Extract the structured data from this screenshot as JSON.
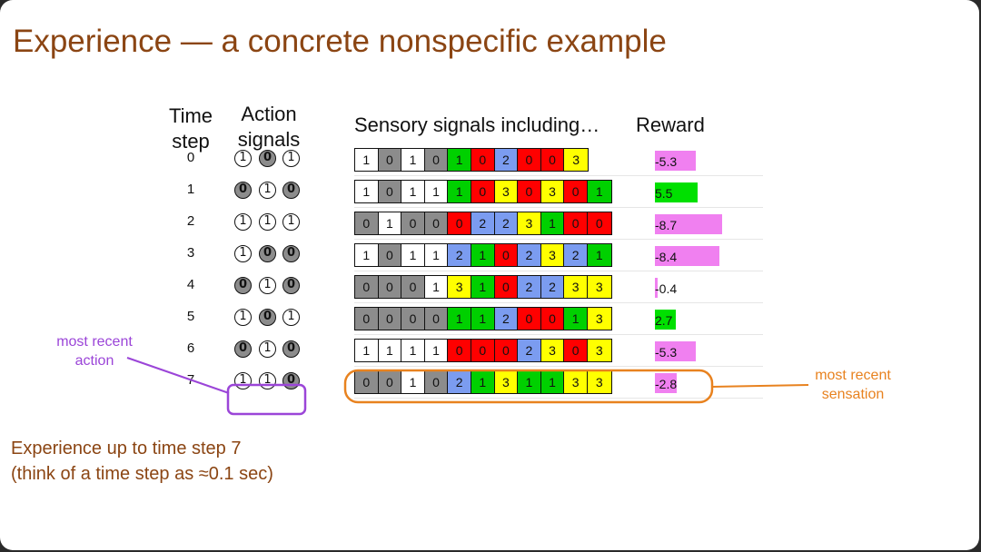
{
  "slide": {
    "title": "Experience — a concrete nonspecific example",
    "footer_line1": "Experience up to time step 7",
    "footer_line2": "(think of a time step as ≈0.1 sec)"
  },
  "headers": {
    "time_step_line1": "Time",
    "time_step_line2": "step",
    "action_line1": "Action",
    "action_line2": "signals",
    "sensory": "Sensory signals including…",
    "reward": "Reward"
  },
  "annotations": {
    "recent_action_line1": "most recent",
    "recent_action_line2": "action",
    "recent_sensation_line1": "most recent",
    "recent_sensation_line2": "sensation"
  },
  "colors": {
    "title": "#8b4513",
    "action_annotation": "#9b45d8",
    "sensation_annotation": "#e8821f",
    "cell_palette": {
      "bin0": "#8c8c8c",
      "bin1": "#ffffff",
      "v0": "#ff0000",
      "v1": "#00d000",
      "v2": "#7b9cf0",
      "v3": "#ffff00"
    },
    "reward_positive": "#00e000",
    "reward_negative": "#f080f0"
  },
  "rows": [
    {
      "step": "0",
      "actions": [
        1,
        0,
        1
      ],
      "binary": [
        1,
        0,
        1,
        0
      ],
      "sensory": [
        1,
        0,
        2,
        0,
        0,
        3
      ],
      "reward": "-5.3",
      "reward_value": -5.3
    },
    {
      "step": "1",
      "actions": [
        0,
        1,
        0
      ],
      "binary": [
        1,
        0,
        1,
        1
      ],
      "sensory": [
        1,
        0,
        3,
        0,
        3,
        0,
        1
      ],
      "reward": "5.5",
      "reward_value": 5.5
    },
    {
      "step": "2",
      "actions": [
        1,
        1,
        1
      ],
      "binary": [
        0,
        1,
        0,
        0
      ],
      "sensory": [
        0,
        2,
        2,
        3,
        1,
        0,
        0
      ],
      "reward": "-8.7",
      "reward_value": -8.7
    },
    {
      "step": "3",
      "actions": [
        1,
        0,
        0
      ],
      "binary": [
        1,
        0,
        1,
        1
      ],
      "sensory": [
        2,
        1,
        0,
        2,
        3,
        2,
        1
      ],
      "reward": "-8.4",
      "reward_value": -8.4
    },
    {
      "step": "4",
      "actions": [
        0,
        1,
        0
      ],
      "binary": [
        0,
        0,
        0,
        1
      ],
      "sensory": [
        3,
        1,
        0,
        2,
        2,
        3,
        3
      ],
      "reward": "-0.4",
      "reward_value": -0.4
    },
    {
      "step": "5",
      "actions": [
        1,
        0,
        1
      ],
      "binary": [
        0,
        0,
        0,
        0
      ],
      "sensory": [
        1,
        1,
        2,
        0,
        0,
        1,
        3
      ],
      "reward": "2.7",
      "reward_value": 2.7
    },
    {
      "step": "6",
      "actions": [
        0,
        1,
        0
      ],
      "binary": [
        1,
        1,
        1,
        1
      ],
      "sensory": [
        0,
        0,
        0,
        2,
        3,
        0,
        3
      ],
      "reward": "-5.3",
      "reward_value": -5.3
    },
    {
      "step": "7",
      "actions": [
        1,
        1,
        0
      ],
      "binary": [
        0,
        0,
        1,
        0
      ],
      "sensory": [
        2,
        1,
        3,
        1,
        1,
        3,
        3
      ],
      "reward": "-2.8",
      "reward_value": -2.8
    }
  ]
}
